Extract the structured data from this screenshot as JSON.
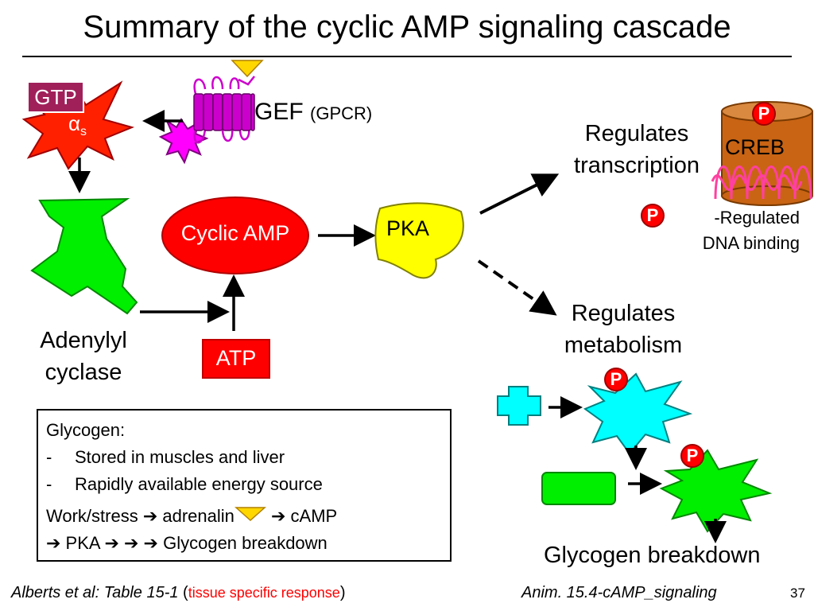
{
  "title": "Summary of the cyclic AMP signaling cascade",
  "labels": {
    "gtp": "GTP",
    "alpha": "α",
    "alpha_sub": "s",
    "gef": "GEF",
    "gpcr": "(GPCR)",
    "cyclic_amp": "Cyclic AMP",
    "pka": "PKA",
    "atp": "ATP",
    "adenylyl_line1": "Adenylyl",
    "adenylyl_line2": "cyclase",
    "regulates_transcription_line1": "Regulates",
    "regulates_transcription_line2": "transcription",
    "creb": "CREB",
    "p": "P",
    "regulated_line1": "-Regulated",
    "regulated_line2": "DNA binding",
    "regulates_metabolism_line1": "Regulates",
    "regulates_metabolism_line2": "metabolism",
    "glycogen_breakdown": "Glycogen breakdown"
  },
  "info_box": {
    "heading": "Glycogen:",
    "bullets": [
      "Stored in muscles and liver",
      "Rapidly available energy source"
    ],
    "line3_a": "Work/stress ➔  adrenalin",
    "line3_b": " ➔ cAMP",
    "line4": "➔ PKA ➔ ➔ ➔ Glycogen breakdown"
  },
  "footer": {
    "reference": "Alberts et al: Table 15-1",
    "reference_open": " (",
    "reference_red": "tissue specific response",
    "reference_close": ")",
    "animation": "Anim. 15.4-cAMP_signaling",
    "page_number": "37"
  },
  "colors": {
    "gtp_box": "#a0205a",
    "alpha_s": "#ff2000",
    "receptor": "#cc00cc",
    "adrenalin": "#ffd700",
    "adenylyl_cyclase": "#00ee00",
    "cyclic_amp": "#ff0000",
    "pka": "#ffff00",
    "creb": "#c86414",
    "enzyme_1": "#00ffff",
    "enzyme_2": "#00ee00",
    "phosphate": "#ff0000"
  }
}
